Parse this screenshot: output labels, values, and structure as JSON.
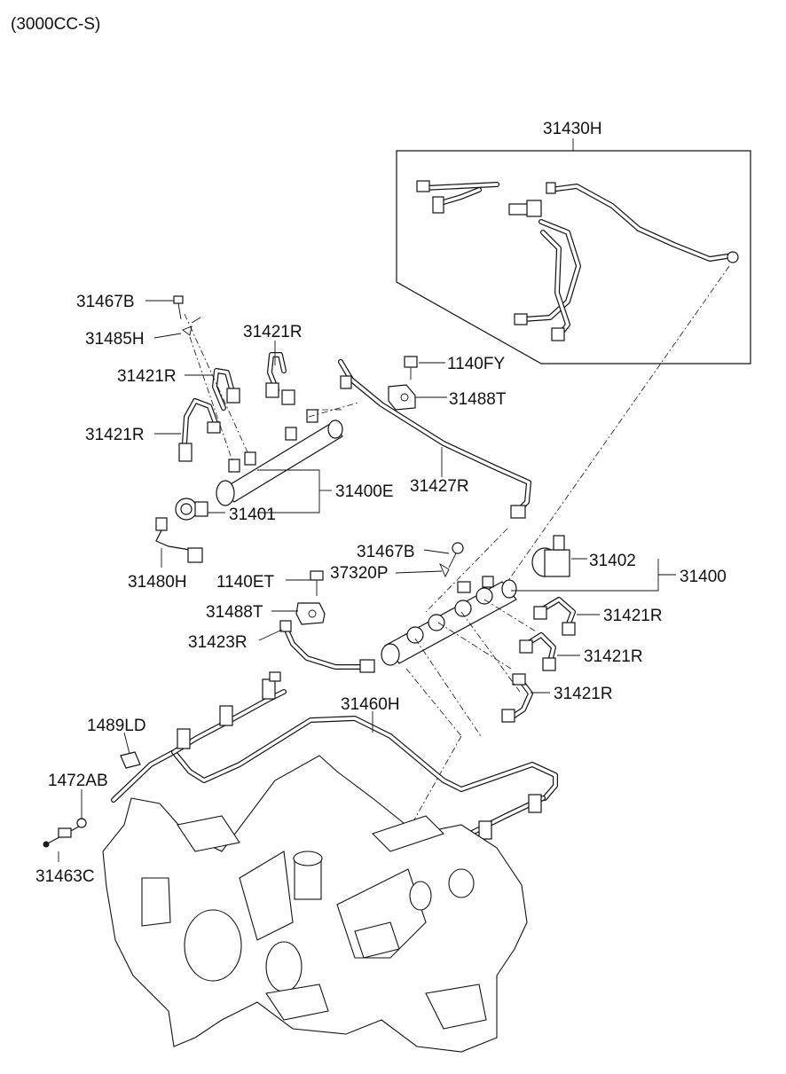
{
  "header": {
    "variant": "(3000CC-S)"
  },
  "labels": {
    "l31430H": "31430H",
    "l31467B_top": "31467B",
    "l31485H": "31485H",
    "l31421R_top": "31421R",
    "l31421R_a": "31421R",
    "l31421R_b": "31421R",
    "l1140FY": "1140FY",
    "l31488T_top": "31488T",
    "l31400E": "31400E",
    "l31427R": "31427R",
    "l31401": "31401",
    "l31480H": "31480H",
    "l31467B_mid": "31467B",
    "l37320P": "37320P",
    "l1140ET": "1140ET",
    "l31402": "31402",
    "l31400": "31400",
    "l31488T_mid": "31488T",
    "l31421R_r1": "31421R",
    "l31423R": "31423R",
    "l31421R_r2": "31421R",
    "l31421R_r3": "31421R",
    "l31460H": "31460H",
    "l1489LD": "1489LD",
    "l1472AB": "1472AB",
    "l31463C": "31463C"
  }
}
